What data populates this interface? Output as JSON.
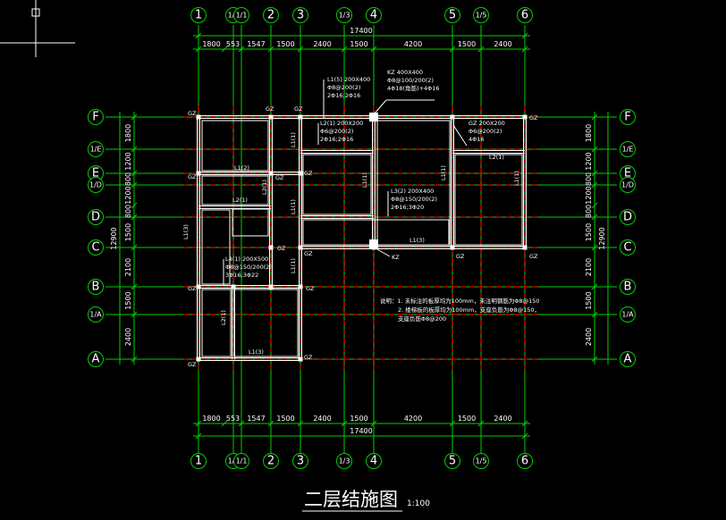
{
  "drawing": {
    "title": "二层结施图",
    "scale": "1:100",
    "total_width": "17400",
    "total_height": "12900",
    "column_axes": [
      "1",
      "1/1",
      "2",
      "3",
      "1/3",
      "4",
      "5",
      "1/5",
      "6"
    ],
    "column_axes_alt": {
      "1/1": "1/1",
      "1/1b": "1/1"
    },
    "row_axes": [
      "F",
      "1/E",
      "E",
      "1/D",
      "D",
      "C",
      "B",
      "1/A",
      "A"
    ],
    "top_dims": [
      "1800",
      "553",
      "1547",
      "1500",
      "2400",
      "1500",
      "4200",
      "1500",
      "2400"
    ],
    "bottom_dims": [
      "1800",
      "553",
      "1547",
      "1500",
      "2400",
      "1500",
      "4200",
      "1500",
      "2400"
    ],
    "left_dims": [
      "1800",
      "1200",
      "800",
      "1200",
      "800",
      "1500",
      "2100",
      "1500",
      "2400"
    ],
    "right_dims": [
      "1800",
      "1200",
      "800",
      "1200",
      "800",
      "1500",
      "2100",
      "1500",
      "2400"
    ],
    "beam_labels": {
      "L1a": "L1(2)",
      "L1b": "L1(1)",
      "L1c": "L1(1)",
      "L1d": "L1(1)",
      "L1e": "L1(1)",
      "L1f": "L1(3)",
      "L1g": "L1(1)",
      "L1h": "L1(1)",
      "L1i": "L1(3)",
      "L1j": "L1(3)",
      "L2a": "L2(1)",
      "L2b": "L2(1)",
      "L2c": "L2(1)",
      "L2d": "L2(1)",
      "L2e": "L2(1)"
    },
    "column_labels": {
      "gz": "GZ",
      "kz": "KZ"
    },
    "annotations": {
      "kz_title": "KZ 400X400",
      "kz_line1": "Φ8@100/200(2)",
      "kz_line2": "4Φ18(角筋)+4Φ16",
      "l1_title": "L1(5) 200X400",
      "l1_line1": "Φ8@200(2)",
      "l1_line2": "2Φ16;2Φ16",
      "l2_title": "L2(1) 200X200",
      "l2_line1": "Φ6@200(2)",
      "l2_line2": "2Φ16;2Φ16",
      "gz_title": "GZ 200X200",
      "gz_line1": "Φ6@200(2)",
      "gz_line2": "4Φ16",
      "l3_title": "L3(2) 200X400",
      "l3_line1": "Φ8@150/200(2)",
      "l3_line2": "2Φ16;3Φ20",
      "l4_title": "L4(1) 200X500",
      "l4_line1": "Φ8@150/200(2)",
      "l4_line2": "3Φ16;3Φ22",
      "kz_point": "KZ"
    },
    "notes": [
      "说明：1. 未标注的板厚均为100mm，未注明钢筋为Φ8@150",
      "2. 楼梯板的板厚均为100mm，支座负筋为Φ8@150，",
      "支座负筋Φ8@200"
    ]
  }
}
